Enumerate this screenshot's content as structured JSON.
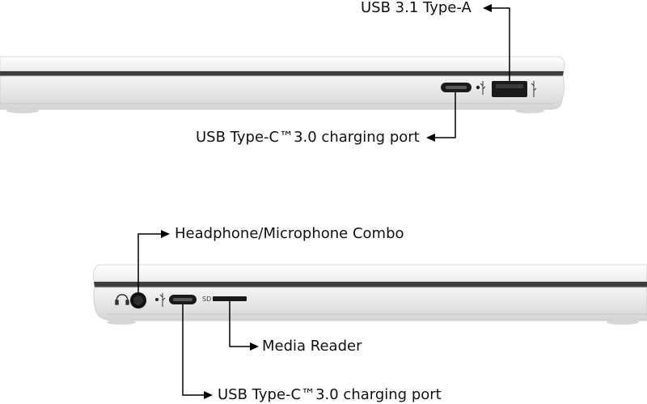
{
  "callouts": {
    "usb_a": "USB 3.1 Type-A",
    "usb_c_top": "USB Type-C™3.0 charging port",
    "headphone": "Headphone/Microphone Combo",
    "media_reader": "Media Reader",
    "usb_c_bottom": "USB Type-C™3.0 charging port"
  },
  "port_glyphs": {
    "sd": "SD"
  },
  "colors": {
    "body_silver": "#e9e9ea",
    "lid_light": "#f6f6f7",
    "hinge_dark": "#3a3a3c",
    "port_black": "#1a1a1a",
    "callout_line": "#000000"
  }
}
